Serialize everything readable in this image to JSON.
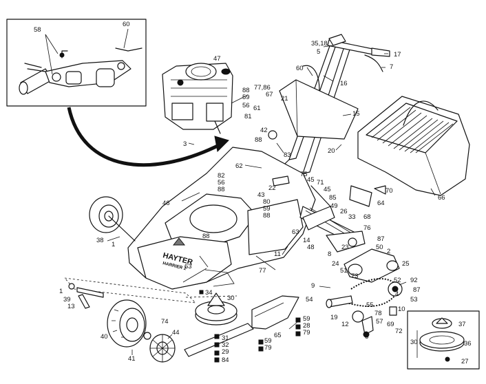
{
  "brand": {
    "name": "HAYTER",
    "model": "HARRIER 2"
  },
  "callouts": [
    {
      "id": "c58",
      "text": "58"
    },
    {
      "id": "c60a",
      "text": "60"
    },
    {
      "id": "c47",
      "text": "47"
    },
    {
      "id": "c88a",
      "text": "88"
    },
    {
      "id": "c59a",
      "text": "59"
    },
    {
      "id": "c56a",
      "text": "56"
    },
    {
      "id": "c81",
      "text": "81"
    },
    {
      "id": "c7786",
      "text": "77,86"
    },
    {
      "id": "c67",
      "text": "67"
    },
    {
      "id": "c61",
      "text": "61"
    },
    {
      "id": "c3518",
      "text": "35,18"
    },
    {
      "id": "c5",
      "text": "5"
    },
    {
      "id": "c17",
      "text": "17"
    },
    {
      "id": "c7",
      "text": "7"
    },
    {
      "id": "c60b",
      "text": "60"
    },
    {
      "id": "c16",
      "text": "16"
    },
    {
      "id": "c21",
      "text": "21"
    },
    {
      "id": "c15",
      "text": "15"
    },
    {
      "id": "c42",
      "text": "42"
    },
    {
      "id": "c88b",
      "text": "88"
    },
    {
      "id": "c83",
      "text": "83"
    },
    {
      "id": "c20",
      "text": "20"
    },
    {
      "id": "c3",
      "text": "3"
    },
    {
      "id": "c62",
      "text": "62"
    },
    {
      "id": "c82",
      "text": "82"
    },
    {
      "id": "c56b",
      "text": "56"
    },
    {
      "id": "c88c",
      "text": "88"
    },
    {
      "id": "c75",
      "text": "75"
    },
    {
      "id": "c45a",
      "text": "45"
    },
    {
      "id": "c71",
      "text": "71"
    },
    {
      "id": "c22",
      "text": "22"
    },
    {
      "id": "c45b",
      "text": "45"
    },
    {
      "id": "c85",
      "text": "85"
    },
    {
      "id": "c70",
      "text": "70"
    },
    {
      "id": "c66",
      "text": "66"
    },
    {
      "id": "c43",
      "text": "43"
    },
    {
      "id": "c49",
      "text": "49"
    },
    {
      "id": "c64",
      "text": "64"
    },
    {
      "id": "c46",
      "text": "46"
    },
    {
      "id": "c80",
      "text": "80"
    },
    {
      "id": "c59b",
      "text": "59"
    },
    {
      "id": "c88d",
      "text": "88"
    },
    {
      "id": "c26",
      "text": "26"
    },
    {
      "id": "c33",
      "text": "33"
    },
    {
      "id": "c68",
      "text": "68"
    },
    {
      "id": "c76",
      "text": "76"
    },
    {
      "id": "c38",
      "text": "38"
    },
    {
      "id": "c88e",
      "text": "88"
    },
    {
      "id": "c63a",
      "text": "63"
    },
    {
      "id": "c14",
      "text": "14"
    },
    {
      "id": "c48",
      "text": "48"
    },
    {
      "id": "c87a",
      "text": "87"
    },
    {
      "id": "c1a",
      "text": "1"
    },
    {
      "id": "c8",
      "text": "8"
    },
    {
      "id": "c23",
      "text": "23"
    },
    {
      "id": "c50",
      "text": "50"
    },
    {
      "id": "c2",
      "text": "2"
    },
    {
      "id": "c11",
      "text": "11"
    },
    {
      "id": "c24",
      "text": "24"
    },
    {
      "id": "c25",
      "text": "25"
    },
    {
      "id": "c63b",
      "text": "63"
    },
    {
      "id": "c77",
      "text": "77"
    },
    {
      "id": "c51",
      "text": "51"
    },
    {
      "id": "c73",
      "text": "73"
    },
    {
      "id": "c52",
      "text": "52"
    },
    {
      "id": "c92",
      "text": "92"
    },
    {
      "id": "c87b",
      "text": "87"
    },
    {
      "id": "c9",
      "text": "9"
    },
    {
      "id": "c4",
      "text": "4"
    },
    {
      "id": "c53",
      "text": "53"
    },
    {
      "id": "c1b",
      "text": "1"
    },
    {
      "id": "c39",
      "text": "39"
    },
    {
      "id": "c13",
      "text": "13"
    },
    {
      "id": "c34",
      "text": "34"
    },
    {
      "id": "c30a",
      "text": "30"
    },
    {
      "id": "c54",
      "text": "54"
    },
    {
      "id": "c55",
      "text": "55"
    },
    {
      "id": "c10",
      "text": "10"
    },
    {
      "id": "c78",
      "text": "78"
    },
    {
      "id": "c19",
      "text": "19"
    },
    {
      "id": "c12",
      "text": "12"
    },
    {
      "id": "c57",
      "text": "57"
    },
    {
      "id": "c69",
      "text": "69"
    },
    {
      "id": "c72",
      "text": "72"
    },
    {
      "id": "c6",
      "text": "6"
    },
    {
      "id": "c74",
      "text": "74"
    },
    {
      "id": "c40",
      "text": "40"
    },
    {
      "id": "c44",
      "text": "44"
    },
    {
      "id": "c59c",
      "text": "59"
    },
    {
      "id": "c28",
      "text": "28"
    },
    {
      "id": "c79a",
      "text": "79"
    },
    {
      "id": "c65",
      "text": "65"
    },
    {
      "id": "c31",
      "text": "31"
    },
    {
      "id": "c32",
      "text": "32"
    },
    {
      "id": "c29",
      "text": "29"
    },
    {
      "id": "c84",
      "text": "84"
    },
    {
      "id": "c59d",
      "text": "59"
    },
    {
      "id": "c79b",
      "text": "79"
    },
    {
      "id": "c41",
      "text": "41"
    },
    {
      "id": "c37",
      "text": "37"
    },
    {
      "id": "c30b",
      "text": "30"
    },
    {
      "id": "c36",
      "text": "36"
    },
    {
      "id": "c27",
      "text": "27"
    }
  ]
}
